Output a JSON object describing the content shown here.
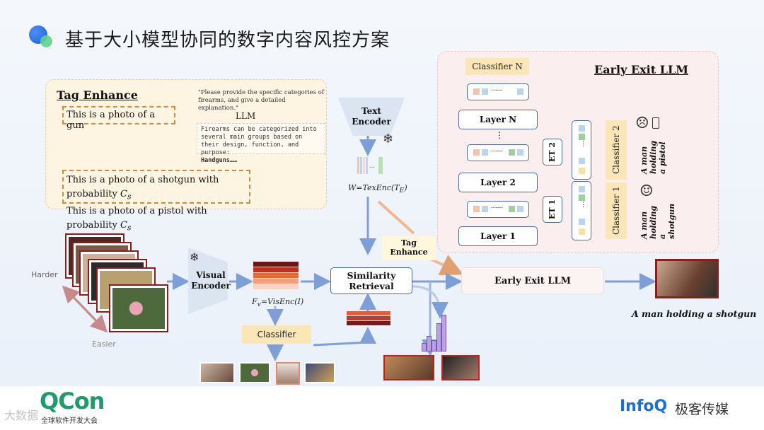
{
  "title": "基于大小模型协同的数字内容风控方案",
  "tag_enhance": {
    "title": "Tag Enhance",
    "input": "This is a photo of a gun",
    "prompt": "\"Please provide the specific categories of firearms, and give a detailed explanation.\"",
    "llm": "LLM",
    "response": "Firearms can be categorized into several main groups based on their design, function, and purpose:",
    "response_tail": "Handguns……",
    "out1": "This is a photo of a shotgun with probability",
    "out2": "This is a photo of a pistol with probability",
    "prob_symbol": "C",
    "prob_sub": "s"
  },
  "text_encoder": {
    "label": "Text Encoder",
    "formula": "W=TexEnc(T",
    "formula_sub": "E",
    "formula_end": ")"
  },
  "snowflake": "❄",
  "visual_encoder": {
    "label": "Visual Encoder",
    "formula": "F",
    "formula_sub": "v",
    "formula_end": "=VisEnc(I)"
  },
  "harder": "Harder",
  "easier": "Easier",
  "classifier": "Classifier",
  "similarity_retrieval": "Similarity Retrieval",
  "tag_enhance_label": "Tag Enhance",
  "early_exit_llm": "Early Exit LLM",
  "output_caption": "A man holding a shotgun",
  "llm_panel": {
    "title": "Early Exit LLM",
    "classifier_n": "Classifier N",
    "layer_n": "Layer N",
    "layer_2": "Layer 2",
    "layer_1": "Layer 1",
    "dots": "......",
    "vdots": "⋮",
    "et2": "ET 2",
    "et1": "ET 1",
    "classifier_2": "Classifier 2",
    "classifier_1": "Classifier 1",
    "out2": "A man holding a pistol",
    "out1": "A man holding a shotgun",
    "sad_icon": "☹",
    "happy_icon": "☺"
  },
  "logos": {
    "qcon": "QCon",
    "qcon_sub": "全球软件开发大会",
    "infoq": "InfoQ",
    "infoq_cn": "极客传媒",
    "watermark": "大数据"
  },
  "colors": {
    "accent": "#1d5fd6",
    "arrow": "#7e9fd6",
    "orange": "#d28a3b",
    "yellow": "#fbe6b8"
  }
}
